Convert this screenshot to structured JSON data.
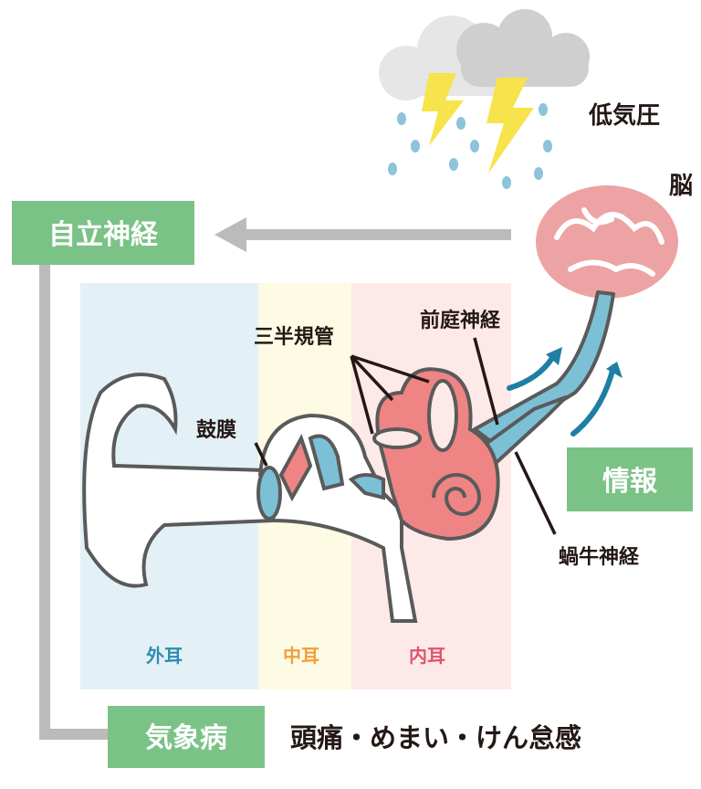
{
  "colors": {
    "green_box": "#7bc287",
    "gray_line": "#bbbbbb",
    "outer_zone": "#e3f1f6",
    "middle_zone": "#fefbe4",
    "inner_zone": "#fee9e9",
    "outer_label": "#2d8cb3",
    "middle_label": "#f0a03c",
    "inner_label": "#e0546e",
    "nerve_blue": "#7cc0d6",
    "organ_pink": "#ef8484",
    "brain_pink": "#eda3a3",
    "arrow_teal": "#1f7ea3"
  },
  "labels": {
    "low_pressure": "低気圧",
    "brain": "脳",
    "autonomic_nerve": "自立神経",
    "vestibular_nerve": "前庭神経",
    "semicircular_canals": "三半規管",
    "eardrum": "鼓膜",
    "information": "情報",
    "cochlear_nerve": "蝸牛神経",
    "outer_ear": "外耳",
    "middle_ear": "中耳",
    "inner_ear": "内耳",
    "weather_illness": "気象病",
    "symptoms": "頭痛・めまい・けん怠感"
  }
}
